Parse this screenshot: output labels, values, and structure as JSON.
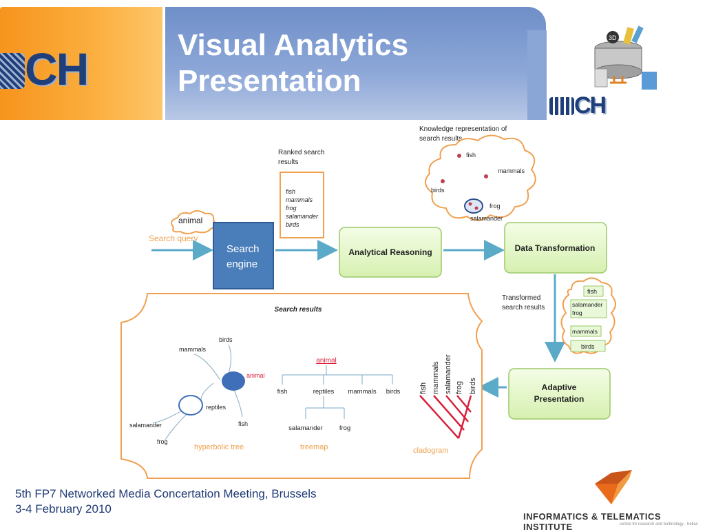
{
  "header": {
    "title_line1": "Visual Analytics",
    "title_line2": "Presentation",
    "logo_text": "CH",
    "logo_text_small": "CH"
  },
  "footer": {
    "line1": "5th FP7 Networked Media Concertation Meeting, Brussels",
    "line2": "3-4 February 2010",
    "institute": "INFORMATICS & TELEMATICS INSTITUTE",
    "institute_tagline": "centre for research and technology - hellas"
  },
  "diagram": {
    "query_word": "animal",
    "search_query_label": "Search query",
    "search_engine_line1": "Search",
    "search_engine_line2": "engine",
    "ranked_label_line1": "Ranked search",
    "ranked_label_line2": "results",
    "ranked_items": [
      "fish",
      "mammals",
      "frog",
      "salamander",
      "birds"
    ],
    "analytical_reasoning": "Analytical Reasoning",
    "data_transformation": "Data Transformation",
    "knowledge_label_line1": "Knowledge representation of",
    "knowledge_label_line2": "search results",
    "knowledge_items": [
      "fish",
      "mammals",
      "birds",
      "frog",
      "salamander"
    ],
    "transformed_label_line1": "Transformed",
    "transformed_label_line2": "search results",
    "transformed_items": [
      "fish",
      "salamander",
      "frog",
      "mammals",
      "birds"
    ],
    "adaptive_line1": "Adaptive",
    "adaptive_line2": "Presentation",
    "search_results_title": "Search results",
    "hyperbolic": {
      "caption": "hyperbolic tree",
      "nodes": [
        "mammals",
        "birds",
        "animal",
        "reptiles",
        "salamander",
        "fish",
        "frog"
      ]
    },
    "treemap": {
      "caption": "treemap",
      "root": "animal",
      "level1": [
        "fish",
        "reptiles",
        "mammals",
        "birds"
      ],
      "level2": [
        "salamander",
        "frog"
      ]
    },
    "cladogram": {
      "caption": "cladogram",
      "leaves": [
        "fish",
        "mammals",
        "salamander",
        "frog",
        "birds"
      ]
    }
  },
  "colors": {
    "orange": "#f0a050",
    "blue_box": "#4a7ebb",
    "green_box": "#e0f5c0",
    "arrow": "#5aaac8",
    "red": "#d8203a"
  }
}
